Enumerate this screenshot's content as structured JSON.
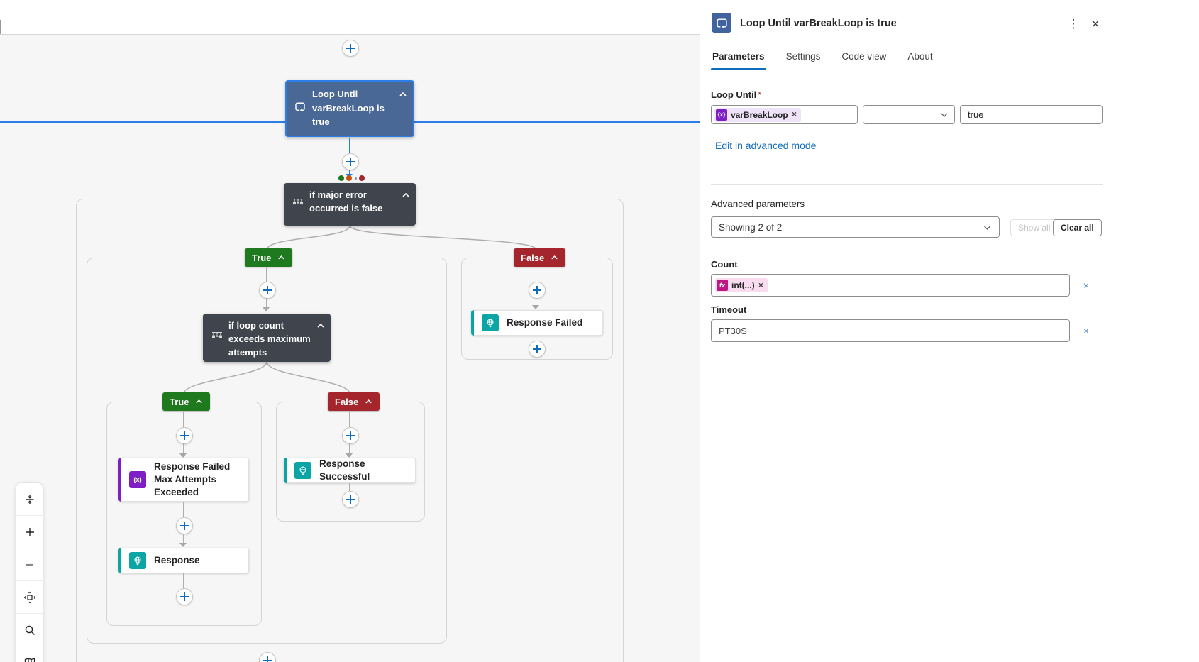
{
  "panel": {
    "title": "Loop Until varBreakLoop is true",
    "tabs": [
      "Parameters",
      "Settings",
      "Code view",
      "About"
    ],
    "active_tab": "Parameters",
    "loop_until": {
      "label": "Loop Until",
      "required": "*",
      "token": "varBreakLoop",
      "operator": "=",
      "value": "true",
      "edit_link": "Edit in advanced mode"
    },
    "advanced": {
      "label": "Advanced parameters",
      "dropdown_value": "Showing 2 of 2",
      "show_all": "Show all",
      "clear_all": "Clear all"
    },
    "count": {
      "label": "Count",
      "token": "int(...)",
      "token_icon_text": "fx"
    },
    "timeout": {
      "label": "Timeout",
      "value": "PT30S"
    },
    "glyphs": {
      "more": "⋮",
      "close": "✕",
      "dismiss": "✕"
    }
  },
  "canvas": {
    "loop_node": "Loop Until varBreakLoop is true",
    "condition_major_error": "if major error occurred is false",
    "condition_loop_count": "if loop count exceeds maximum attempts",
    "branch_true_label": "True",
    "branch_false_label": "False",
    "actions": {
      "response_failed_max": "Response Failed Max Attempts Exceeded",
      "response": "Response",
      "response_successful": "Response Successful",
      "response_failed": "Response Failed"
    },
    "variable_icon_text": "{x}"
  },
  "colors": {
    "accent_blue": "#0f6cbd",
    "selection_blue": "#2b7de9",
    "loop_node_bg": "#4a6896",
    "condition_node_bg": "#3f444d",
    "true_green": "#1f7a1f",
    "false_red": "#a4262c",
    "teal_icon": "#0ba5a5",
    "purple_icon": "#7d1fc4",
    "fx_icon_bg": "#c01683",
    "status_dots": [
      "#1f7a1f",
      "#ca5010",
      "#8a8886",
      "#a4262c"
    ]
  }
}
